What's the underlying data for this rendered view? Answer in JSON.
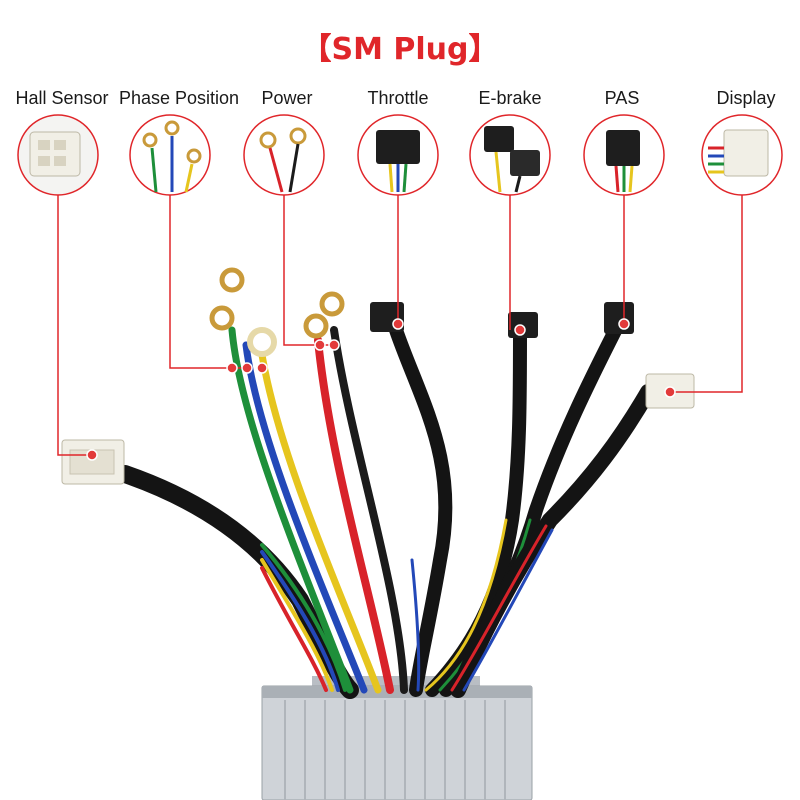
{
  "title": "【SM Plug】",
  "connectors": [
    {
      "key": "hall-sensor",
      "label": "Hall Sensor"
    },
    {
      "key": "phase-position",
      "label": "Phase Position"
    },
    {
      "key": "power",
      "label": "Power"
    },
    {
      "key": "throttle",
      "label": "Throttle"
    },
    {
      "key": "e-brake",
      "label": "E-brake"
    },
    {
      "key": "pas",
      "label": "PAS"
    },
    {
      "key": "display",
      "label": "Display"
    }
  ],
  "colors": {
    "title": "#e0262a",
    "leader_line": "#e0262a",
    "marker_dot": "#e23a3a",
    "sleeve": "#141414",
    "controller_box": "#cfd3d8",
    "wire_red": "#d8232a",
    "wire_black": "#1b1b1b",
    "wire_yellow": "#e6c51e",
    "wire_green": "#1e8f3a",
    "wire_blue": "#2348b8",
    "connector_white": "#f1efe6",
    "connector_black": "#1e1e1e",
    "terminal_brass": "#c99a3a"
  }
}
